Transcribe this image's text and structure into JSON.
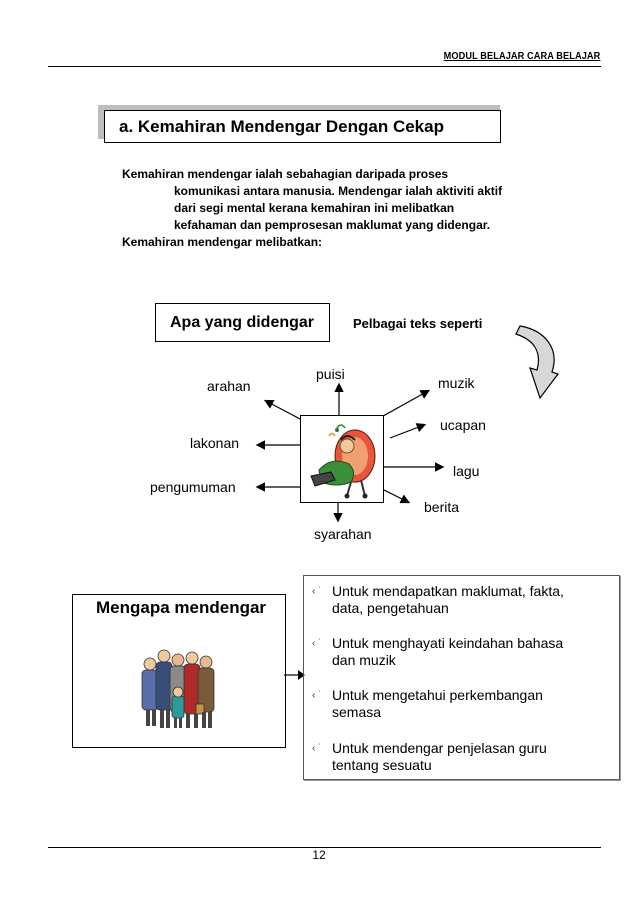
{
  "header": {
    "title": "MODUL BELAJAR CARA BELAJAR"
  },
  "section": {
    "title": "a.   Kemahiran Mendengar Dengan Cekap"
  },
  "intro": {
    "line1": "Kemahiran mendengar ialah sebahagian daripada proses",
    "line2": "komunikasi antara manusia.  Mendengar ialah aktiviti aktif",
    "line3": "dari segi mental kerana kemahiran ini melibatkan",
    "line4": "kefahaman dan pemprosesan maklumat yang didengar.",
    "involves": "Kemahiran mendengar melibatkan:"
  },
  "diagram": {
    "box_label": "Apa yang didengar",
    "caption": "Pelbagai teks seperti",
    "center_image": "listener-clipart-icon",
    "items": {
      "puisi": "puisi",
      "arahan": "arahan",
      "muzik": "muzik",
      "ucapan": "ucapan",
      "lakonan": "lakonan",
      "lagu": "lagu",
      "pengumuman": "pengumuman",
      "berita": "berita",
      "syarahan": "syarahan"
    }
  },
  "why": {
    "title": "Mengapa mendengar",
    "image": "group-of-people-clipart-icon",
    "bullet_glyph": "‹ ˙",
    "reasons": [
      {
        "line1": "Untuk mendapatkan  maklumat, fakta,",
        "line2": "data, pengetahuan"
      },
      {
        "line1": "Untuk menghayati  keindahan bahasa",
        "line2": "dan muzik"
      },
      {
        "line1": "Untuk mengetahui perkembangan",
        "line2": "semasa"
      },
      {
        "line1": "Untuk mendengar penjelasan guru",
        "line2": "tentang sesuatu"
      }
    ]
  },
  "footer": {
    "page_number": "12"
  }
}
